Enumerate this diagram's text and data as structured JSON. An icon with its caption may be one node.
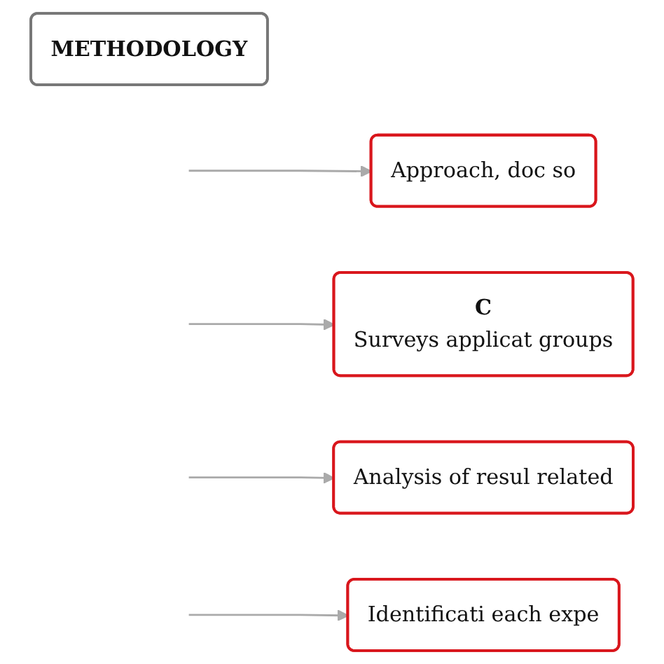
{
  "diagram": {
    "nodes": [
      {
        "text": [
          "METHODOLOGY"
        ]
      },
      {
        "text": [
          "Approach, doc so"
        ]
      },
      {
        "text": [
          "C",
          "Surveys applicat groups"
        ]
      },
      {
        "text": [
          "Analysis of resul related"
        ]
      },
      {
        "text": [
          "Identificati each expe"
        ]
      }
    ],
    "edges": [
      {
        "from": null,
        "to": 1,
        "arrow": "to"
      },
      {
        "from": null,
        "to": 2,
        "arrow": "to"
      },
      {
        "from": null,
        "to": 3,
        "arrow": "to"
      },
      {
        "from": null,
        "to": 4,
        "arrow": "to"
      }
    ]
  }
}
